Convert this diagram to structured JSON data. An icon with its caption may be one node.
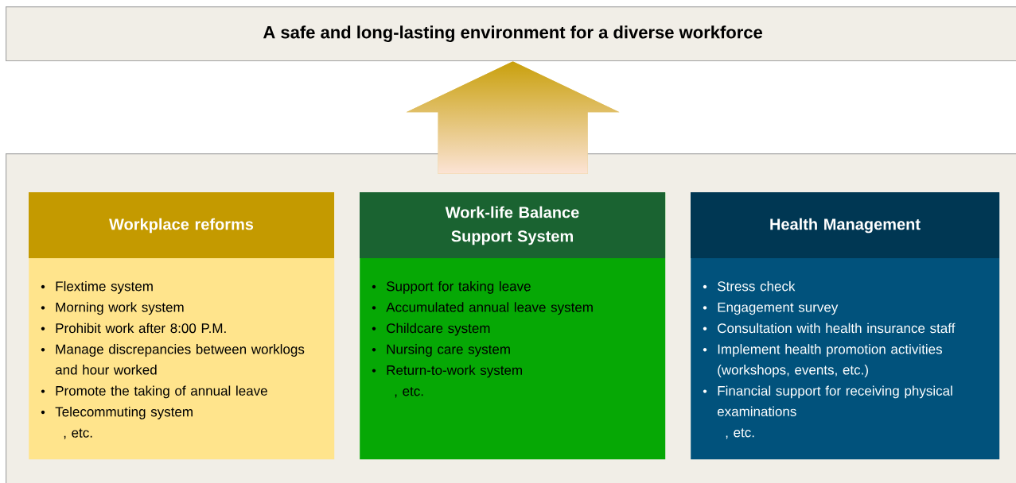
{
  "diagram": {
    "nodes": [
      {
        "text": [
          "A safe and long-lasting environment for a diverse workforce"
        ]
      },
      {
        "text": [],
        "shape": "box"
      },
      {
        "text": [
          "Workplace reforms",
          "Flextime system",
          "Morning work system",
          "Prohibit work after 8:00 P.M.",
          "Manage discrepancies between worklogs and hour worked",
          "Promote the taking of annual leave",
          "Telecommuting system",
          ", etc."
        ],
        "in": 1
      },
      {
        "text": [
          "Work-life Balance Support System",
          "Support for taking leave",
          "Accumulated annual leave system",
          "Childcare system",
          "Nursing care system",
          "Return-to-work system",
          ", etc."
        ],
        "in": 1
      },
      {
        "text": [
          "Health Management",
          "Stress check",
          "Engagement survey",
          "Consultation with health insurance staff",
          "Implement health promotion activities (workshops, events, etc.)",
          "Financial support for receiving physical examinations",
          ", etc."
        ],
        "in": 1
      }
    ],
    "edges": [
      {
        "from": 1,
        "to": 0,
        "arrow": "to"
      }
    ]
  }
}
